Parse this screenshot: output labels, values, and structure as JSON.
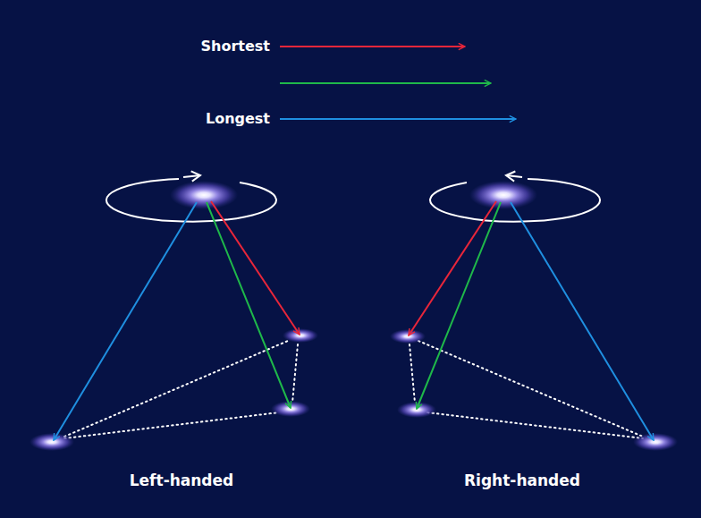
{
  "diagram": {
    "labels": [
      "Left-handed",
      "Right-handed"
    ],
    "legend": [
      {
        "text": "Shortest"
      },
      {
        "text": "Longest"
      }
    ]
  }
}
